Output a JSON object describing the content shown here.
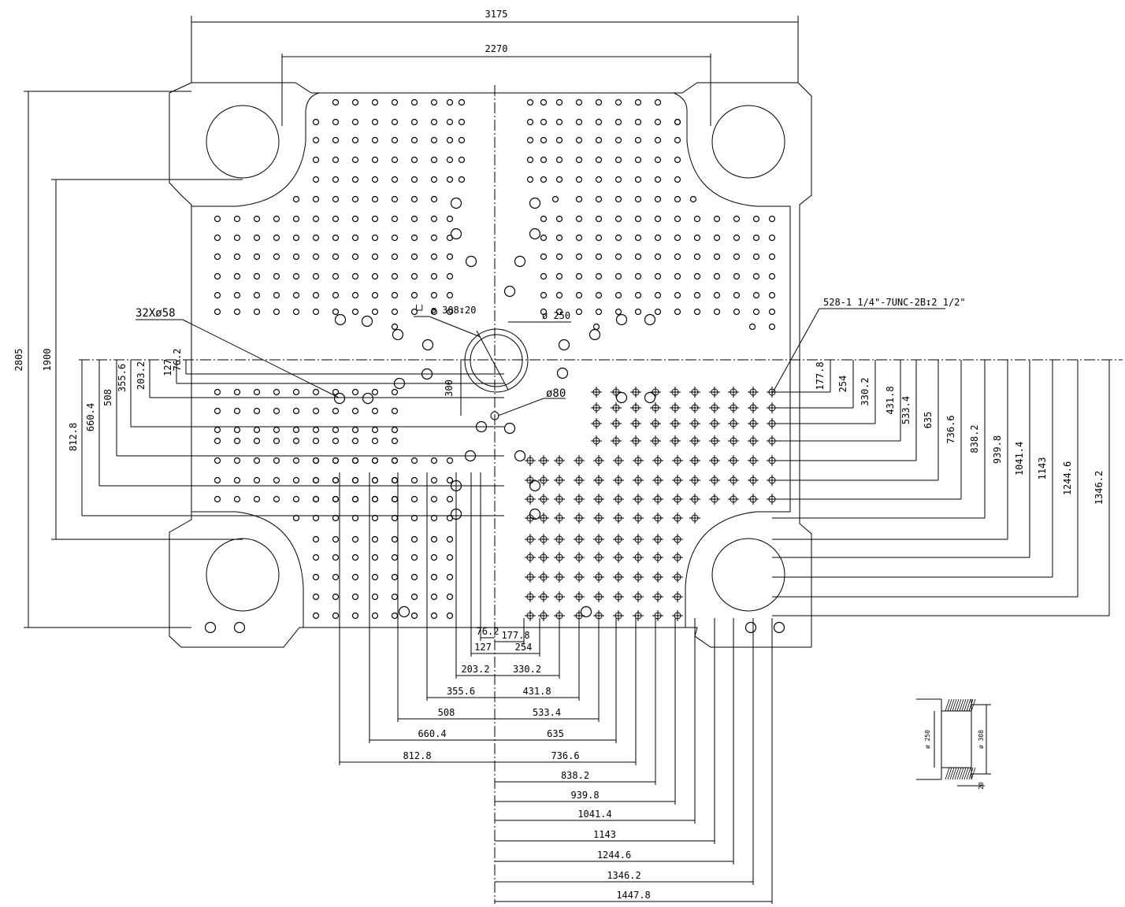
{
  "drawing": {
    "overall_width": "3175",
    "tie_bar_horizontal": "2270",
    "overall_height": "2805",
    "tie_bar_vertical": "1900",
    "hole_callout_left": "32Xø58",
    "tap_callout": "528-1 1/4\"-7UNC-2B↧2 1/2\"",
    "counterbore_callout": "└┘ ø 308↧20",
    "bore_250": "ø 250",
    "bore_80": "ø80",
    "offset_300": "300",
    "detail_d250": "ø 250",
    "detail_d308": "ø 308",
    "detail_depth": "20",
    "left_dims": [
      "812.8",
      "660.4",
      "508",
      "355.6",
      "203.2",
      "127",
      "76.2"
    ],
    "right_dims": [
      "177.8",
      "254",
      "330.2",
      "431.8",
      "533.4",
      "635",
      "736.6",
      "838.2",
      "939.8",
      "1041.4",
      "1143",
      "1244.6",
      "1346.2"
    ],
    "bottom_left_dims": [
      "76.2",
      "127",
      "203.2",
      "355.6",
      "508",
      "660.4",
      "812.8"
    ],
    "bottom_right_dims": [
      "177.8",
      "254",
      "330.2",
      "431.8",
      "533.4",
      "635",
      "736.6",
      "838.2",
      "939.8",
      "1041.4",
      "1143",
      "1244.6",
      "1346.2",
      "1447.8"
    ]
  }
}
